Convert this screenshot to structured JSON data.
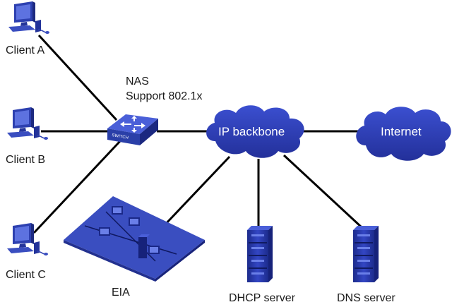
{
  "clients": [
    {
      "label": "Client A"
    },
    {
      "label": "Client B"
    },
    {
      "label": "Client C"
    }
  ],
  "nas": {
    "line1": "NAS",
    "line2": "Support 802.1x",
    "device_text": "SWITCH"
  },
  "clouds": {
    "backbone": "IP backbone",
    "internet": "Internet"
  },
  "servers": {
    "eia": "EIA",
    "dhcp": "DHCP server",
    "dns": "DNS server"
  },
  "colors": {
    "device_blue": "#2a3fa8",
    "cloud_blue": "#2f3fb5",
    "link": "#000000"
  },
  "icons": {
    "client": "desktop-computer-icon",
    "nas": "switch-icon",
    "cloud": "cloud-icon",
    "eia": "lan-segment-icon",
    "server": "server-tower-icon"
  }
}
